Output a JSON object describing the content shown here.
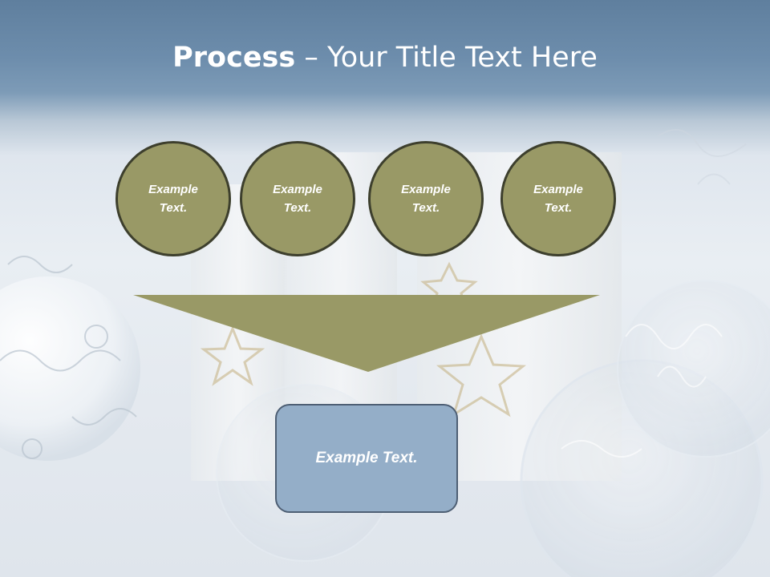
{
  "slide": {
    "title_bold": "Process",
    "title_rest": " – Your Title Text Here"
  },
  "circles": [
    {
      "label": "Example Text."
    },
    {
      "label": "Example Text."
    },
    {
      "label": "Example Text."
    },
    {
      "label": "Example Text."
    }
  ],
  "result_box": {
    "label": "Example Text."
  },
  "colors": {
    "circle_fill": "#999966",
    "circle_border": "#3d3f2d",
    "arrow_fill": "#999966",
    "box_fill": "#94aec8",
    "box_border": "#4e5f74",
    "header_band": "#6d8dac"
  }
}
